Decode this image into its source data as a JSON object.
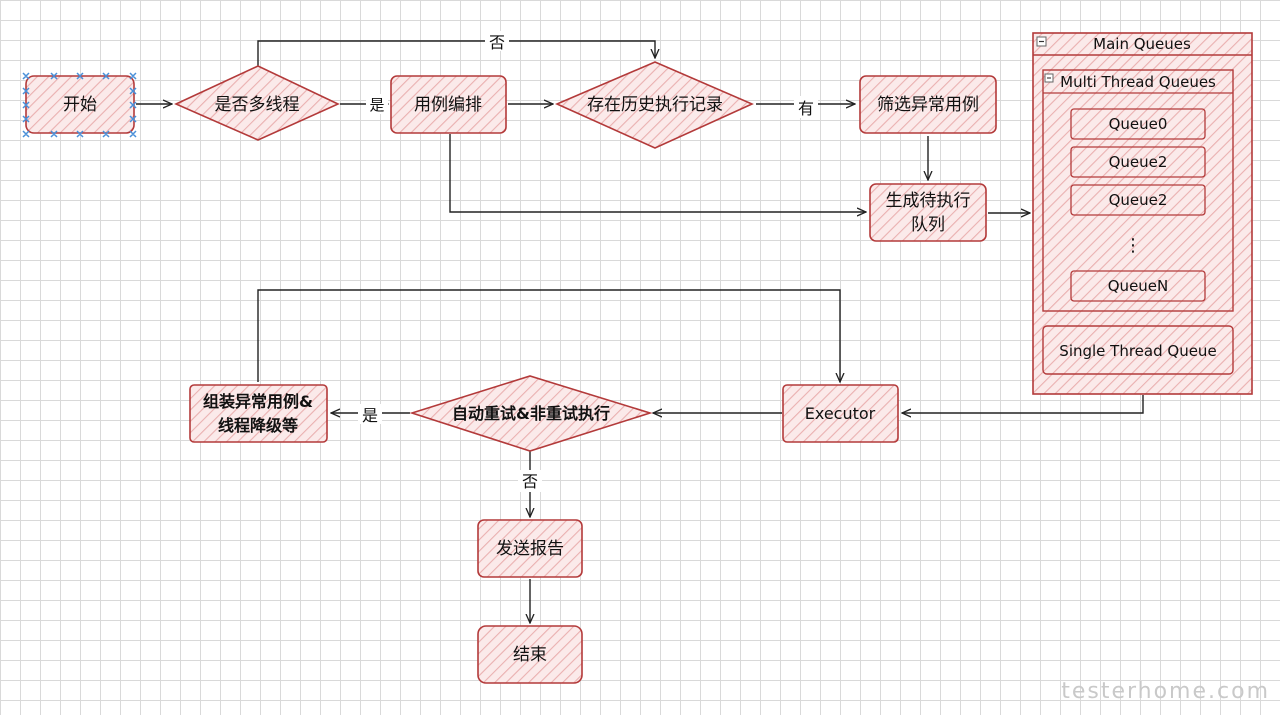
{
  "nodes": {
    "start": "开始",
    "multi_thread": "是否多线程",
    "case_arrange": "用例编排",
    "history": "存在历史执行记录",
    "filter": "筛选异常用例",
    "gen_queue_line1": "生成待执行",
    "gen_queue_line2": "队列",
    "executor": "Executor",
    "retry": "自动重试&非重试执行",
    "assemble_line1": "组装异常用例&",
    "assemble_line2": "线程降级等",
    "report": "发送报告",
    "end": "结束"
  },
  "edges": {
    "no_top": "否",
    "yes_multi": "是",
    "has_history": "有",
    "yes_retry": "是",
    "no_retry": "否"
  },
  "queues": {
    "main_title": "Main Queues",
    "multi_title": "Multi Thread Queues",
    "items": [
      "Queue0",
      "Queue2",
      "Queue2"
    ],
    "ellipsis": "⋮",
    "last_item": "QueueN",
    "single": "Single Thread Queue"
  },
  "watermark": "testerhome.com",
  "colors": {
    "border": "#b33a3a",
    "fill": "#fbeaea",
    "hatch": "#e9a7a7",
    "line": "#222222",
    "selection": "#4a90d9"
  }
}
